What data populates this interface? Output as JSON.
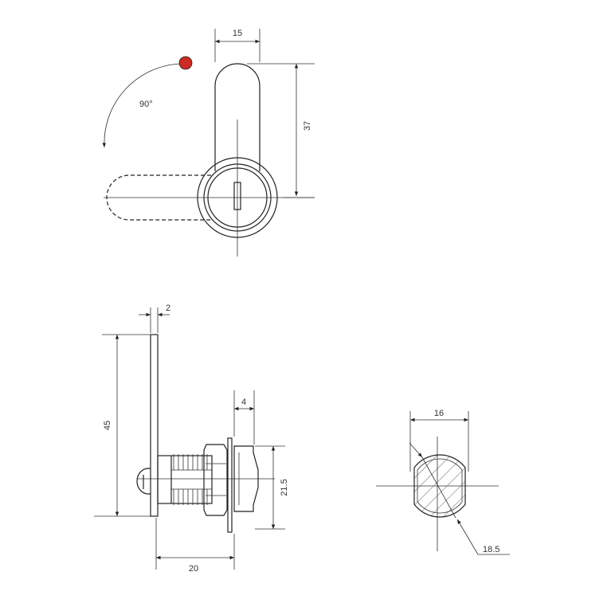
{
  "colors": {
    "background": "#ffffff",
    "line": "#222222",
    "marker": "#cc2a22"
  },
  "top_view": {
    "dims": {
      "width": "15",
      "height": "37"
    },
    "rotation_label": "90°"
  },
  "side_view": {
    "dims": {
      "plate_thickness": "2",
      "cam_height": "45",
      "face_depth": "4",
      "face_diameter": "21.5",
      "body_length": "20"
    }
  },
  "section_view": {
    "dims": {
      "flat_width": "16",
      "diameter": "18.5"
    }
  }
}
